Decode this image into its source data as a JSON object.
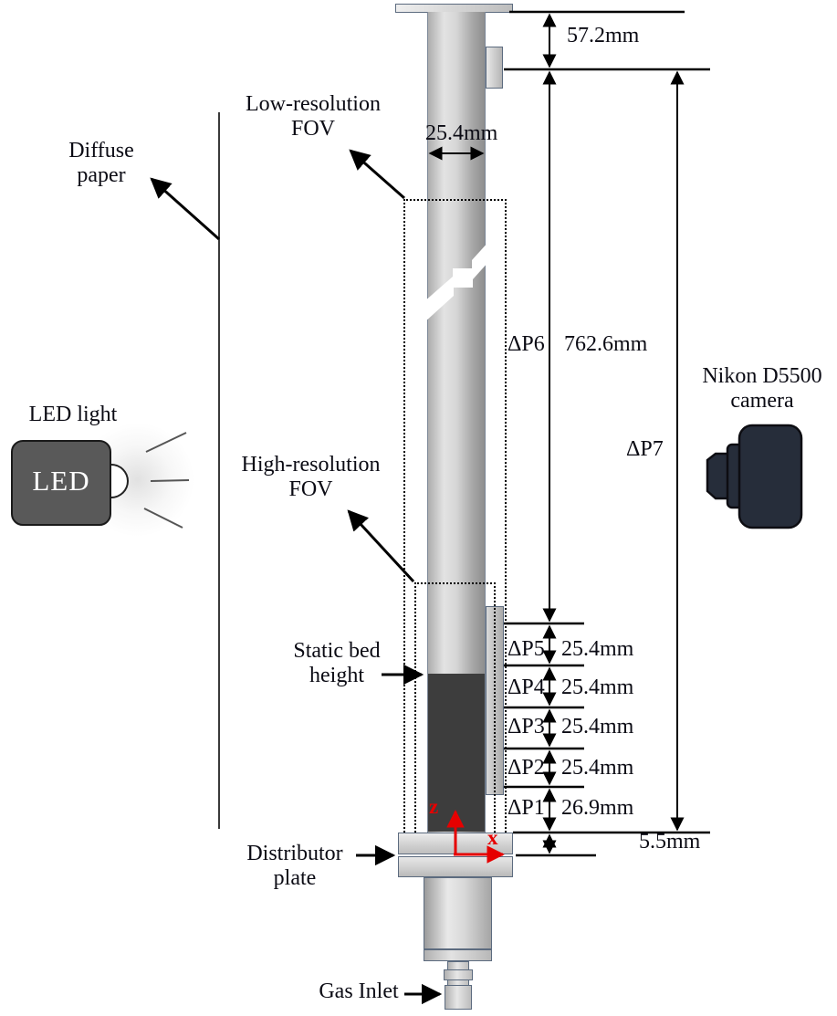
{
  "diagram": {
    "labels": {
      "diffuse_paper": "Diffuse paper",
      "low_res_fov": "Low-resolution FOV",
      "high_res_fov": "High-resolution FOV",
      "led_light": "LED light",
      "led_text": "LED",
      "static_bed_height": "Static bed height",
      "distributor_plate": "Distributor plate",
      "gas_inlet": "Gas Inlet",
      "camera": "Nikon D5500 camera"
    },
    "axes": {
      "vertical": "z",
      "horizontal": "x"
    },
    "dimensions": {
      "top_freeboard": "57.2mm",
      "column_inner_width": "25.4mm",
      "column_height": "762.6mm",
      "plate_thickness": "5.5mm",
      "dp6_label": "ΔP6",
      "dp7_label": "ΔP7",
      "pressure_segments": [
        {
          "label": "ΔP5",
          "value": "25.4mm"
        },
        {
          "label": "ΔP4",
          "value": "25.4mm"
        },
        {
          "label": "ΔP3",
          "value": "25.4mm"
        },
        {
          "label": "ΔP2",
          "value": "25.4mm"
        },
        {
          "label": "ΔP1",
          "value": "26.9mm"
        }
      ]
    },
    "colors": {
      "bed": "#3d3d3d",
      "camera_body": "#262d3a",
      "led_body": "#595959",
      "axis_red": "#e60000",
      "outline": "#5c6b7f"
    }
  }
}
